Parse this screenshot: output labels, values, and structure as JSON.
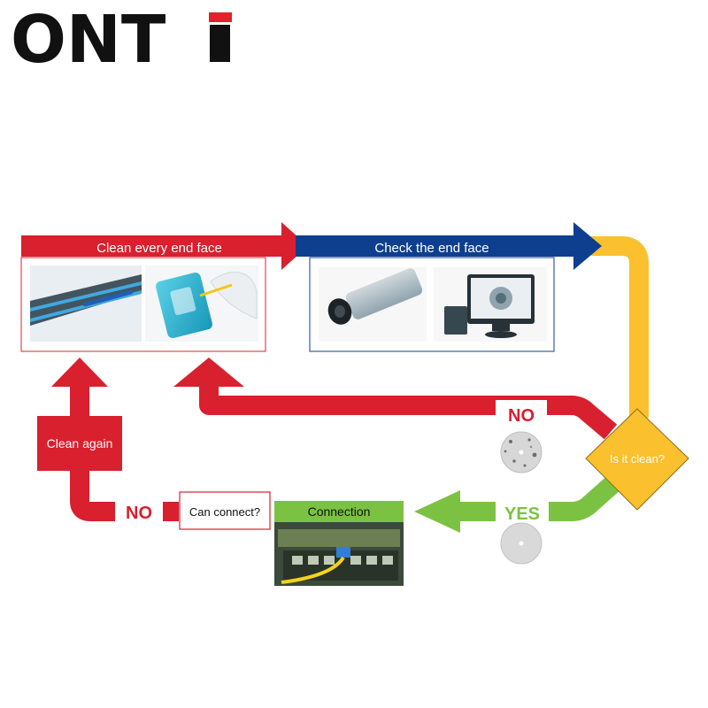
{
  "brand": {
    "name_main": "ONT",
    "name_tail": "i",
    "dot_color": "#e2212b"
  },
  "colors": {
    "red": "#d8202e",
    "blue": "#0e3f8f",
    "yellow": "#fbc02d",
    "green": "#7cc242",
    "text_dark": "#111111"
  },
  "steps": {
    "clean": {
      "label": "Clean every end face"
    },
    "check": {
      "label": "Check the end face"
    },
    "decision": {
      "label": "Is it clean?"
    },
    "no_clean": {
      "label": "NO"
    },
    "yes": {
      "label": "YES"
    },
    "connection": {
      "label": "Connection"
    },
    "can_connect": {
      "label": "Can connect?"
    },
    "no_connect": {
      "label": "NO"
    },
    "clean_again": {
      "label": "Clean again"
    }
  }
}
